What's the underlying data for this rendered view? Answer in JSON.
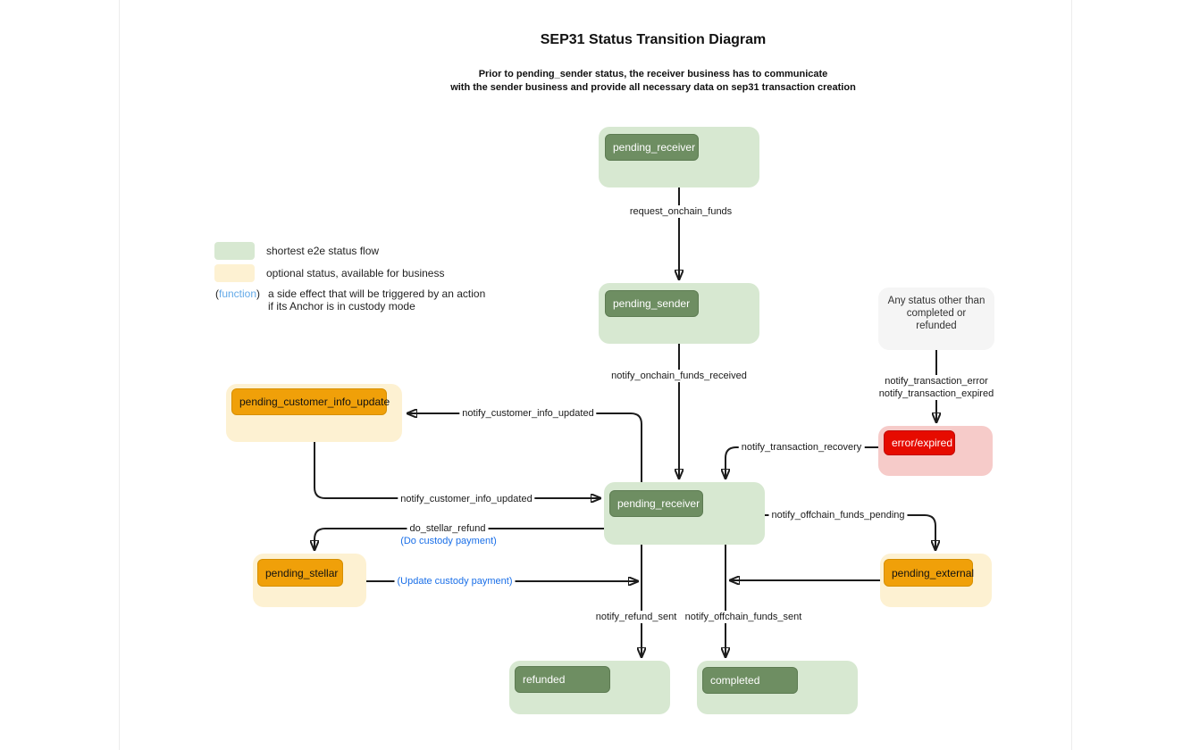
{
  "title": "SEP31 Status Transition Diagram",
  "subtitle_line1": "Prior to pending_sender status, the receiver business has to communicate",
  "subtitle_line2": "with the sender business and provide all necessary data on sep31 transaction creation",
  "colors": {
    "flow_green_bg": "#d7e8d1",
    "flow_green_pill": "#6e8e62",
    "optional_yellow_bg": "#fdf1d2",
    "optional_orange_pill": "#f0a009",
    "error_pink_bg": "#f6cbc9",
    "error_red_pill": "#e60b00",
    "any_status_gray_bg": "#f5f5f5",
    "custody_function_blue": "#1a6fe8",
    "legend_function_blue": "#64aae8",
    "edge_line_black": "#1c1c1c"
  },
  "legend": {
    "green_label": "shortest e2e status flow",
    "yellow_label": "optional status, available for business",
    "function_paren_open": "(",
    "function_word": "function",
    "function_paren_close": ")",
    "function_desc_line1": "a side effect that will be triggered by an action",
    "function_desc_line2": "if its Anchor is in custody mode"
  },
  "nodes": {
    "pending_receiver_top": "pending_receiver",
    "pending_sender": "pending_sender",
    "any_status": "Any status other than completed or refunded",
    "error_expired": "error/expired",
    "pending_customer_info_update": "pending_customer_info_update",
    "pending_receiver_mid": "pending_receiver",
    "pending_stellar": "pending_stellar",
    "pending_external": "pending_external",
    "refunded": "refunded",
    "completed": "completed"
  },
  "edges": {
    "request_onchain_funds": "request_onchain_funds",
    "notify_onchain_funds_received": "notify_onchain_funds_received",
    "notify_transaction_error": "notify_transaction_error",
    "notify_transaction_expired": "notify_transaction_expired",
    "notify_transaction_recovery": "notify_transaction_recovery",
    "notify_customer_info_updated_to_update": "notify_customer_info_updated",
    "notify_customer_info_updated_to_receiver": "notify_customer_info_updated",
    "do_stellar_refund": "do_stellar_refund",
    "do_custody_payment": "(Do custody payment)",
    "update_custody_payment": "(Update custody payment)",
    "notify_offchain_funds_pending": "notify_offchain_funds_pending",
    "notify_refund_sent": "notify_refund_sent",
    "notify_offchain_funds_sent": "notify_offchain_funds_sent"
  }
}
